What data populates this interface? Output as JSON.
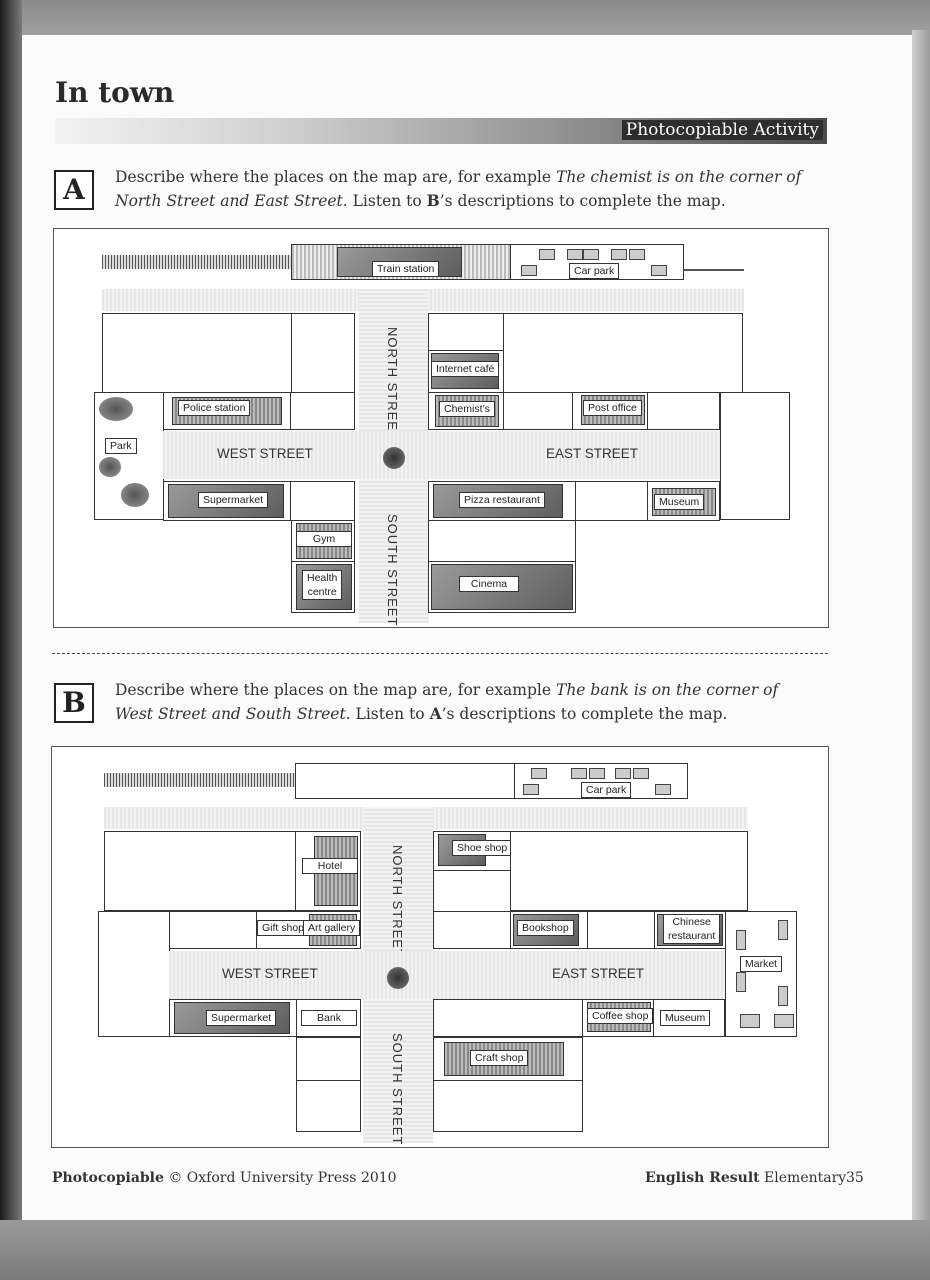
{
  "title": "In town",
  "banner": "Photocopiable Activity",
  "sectionA": {
    "letter": "A",
    "line1_plain": "Describe where the places on the map are, for example ",
    "line1_italic": "The chemist is on the corner of",
    "line2_italic": "North Street and East Street.",
    "line2_plain_a": " Listen to ",
    "line2_bold": "B",
    "line2_plain_b": "’s descriptions to complete the map."
  },
  "sectionB": {
    "letter": "B",
    "line1_plain": "Describe where the places on the map are, for example ",
    "line1_italic": "The bank is on the corner of",
    "line2_italic": "West Street and South Street.",
    "line2_plain_a": " Listen to ",
    "line2_bold": "A",
    "line2_plain_b": "’s descriptions to complete the map."
  },
  "streets": {
    "north": "NORTH STREET",
    "south": "SOUTH STREET",
    "west": "WEST STREET",
    "east": "EAST STREET"
  },
  "mapA": {
    "train_station": "Train station",
    "car_park": "Car park",
    "internet_cafe": "Internet café",
    "chemists": "Chemist’s",
    "police_station": "Police station",
    "park": "Park",
    "post_office": "Post office",
    "supermarket": "Supermarket",
    "pizza_restaurant": "Pizza restaurant",
    "museum": "Museum",
    "gym": "Gym",
    "health_centre_1": "Health",
    "health_centre_2": "centre",
    "cinema": "Cinema"
  },
  "mapB": {
    "car_park": "Car park",
    "shoe_shop": "Shoe shop",
    "hotel": "Hotel",
    "gift_shop": "Gift shop",
    "art_gallery": "Art gallery",
    "bookshop": "Bookshop",
    "chinese_1": "Chinese",
    "chinese_2": "restaurant",
    "market": "Market",
    "supermarket": "Supermarket",
    "bank": "Bank",
    "coffee_shop": "Coffee shop",
    "museum": "Museum",
    "craft_shop": "Craft shop"
  },
  "footer": {
    "photocopiable": "Photocopiable",
    "copyright": " © Oxford University Press 2010",
    "book_bold": "English Result",
    "book_plain": " Elementary",
    "page": "35"
  }
}
